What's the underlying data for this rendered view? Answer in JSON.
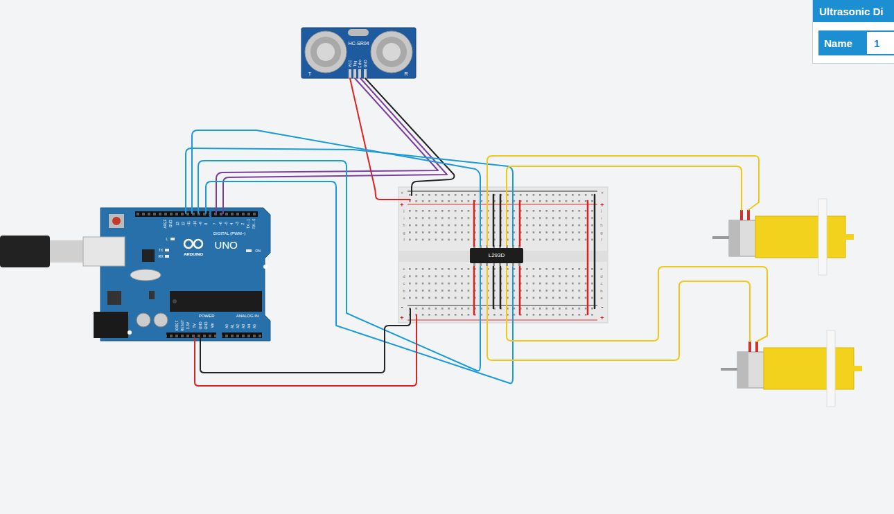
{
  "diagram": {
    "nodes": [
      {
        "text": [
          "Ultrasonic Di"
        ]
      },
      {
        "text": [
          "Name"
        ],
        "in": 0
      },
      {
        "text": [
          "1"
        ],
        "in": 0
      },
      {
        "text": [
          "HC-SR04"
        ]
      },
      {
        "text": [
          "L293D"
        ]
      }
    ],
    "labels": [
      "VCC",
      "Trig",
      "Echo",
      "GND",
      "T",
      "R",
      "AREF",
      "GND",
      "13",
      "12",
      "~11",
      "~10",
      "~9",
      "8",
      "7",
      "~6",
      "~5",
      "4",
      "~3",
      "2",
      "TX→1",
      "RX←0",
      "DIGITAL (PWM~)",
      "L",
      "TX",
      "RX",
      "UNO",
      "ARDUINO",
      "ON",
      "IOREF",
      "RESET",
      "3.3V",
      "5V",
      "GND",
      "GND",
      "Vin",
      "POWER",
      "ANALOG IN",
      "A0",
      "A1",
      "A2",
      "A3",
      "A4",
      "A5",
      "j",
      "i",
      "h",
      "g",
      "f",
      "e",
      "d",
      "c",
      "b",
      "a",
      "j",
      "i",
      "h",
      "g",
      "f",
      "e",
      "d",
      "c",
      "b",
      "a",
      "-",
      "+",
      "-",
      "+",
      "-",
      "+",
      "-",
      "+"
    ]
  }
}
